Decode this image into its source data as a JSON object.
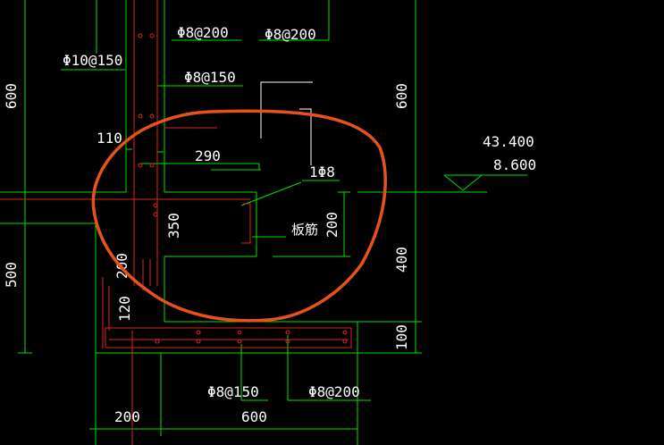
{
  "colors": {
    "background": "#000000",
    "dimension_lines": "#00e000",
    "rebar": "#e02020",
    "text": "#ffffff",
    "markup": "#e8521a"
  },
  "labels": {
    "phi8_200_top_a": "Φ8@200",
    "phi8_200_top_b": "Φ8@200",
    "phi10_150": "Φ10@150",
    "phi8_150_top": "Φ8@150",
    "dim_600_left": "600",
    "dim_600_right": "600",
    "dim_110": "110",
    "dim_290": "290",
    "one_phi8": "1Φ8",
    "elev_43400": "43.400",
    "elev_8600": "8.600",
    "dim_350": "350",
    "slab_bar": "板筋",
    "dim_200_right": "200",
    "dim_400": "400",
    "dim_200_left": "200",
    "dim_500": "500",
    "dim_120": "120",
    "dim_100": "100",
    "phi8_150_bottom": "Φ8@150",
    "phi8_200_bottom": "Φ8@200",
    "dim_200_bottom": "200",
    "dim_600_bottom": "600"
  }
}
